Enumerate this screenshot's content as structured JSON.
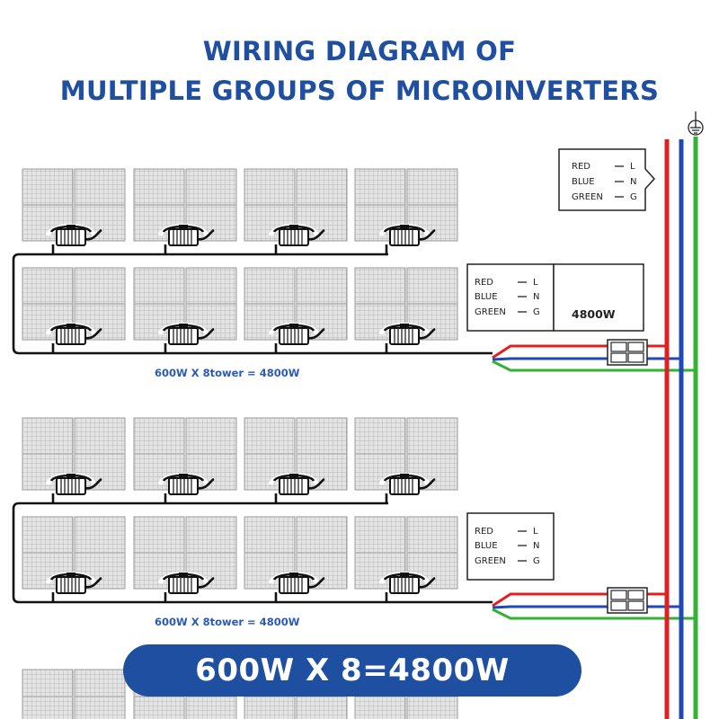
{
  "title": {
    "line1": "WIRING DIAGRAM OF",
    "line2": "MULTIPLE GROUPS OF MICROINVERTERS"
  },
  "legend": [
    {
      "color_name": "RED",
      "symbol": "L",
      "hex": "#e02020"
    },
    {
      "color_name": "BLUE",
      "symbol": "N",
      "hex": "#1f48b8"
    },
    {
      "color_name": "GREEN",
      "symbol": "G",
      "hex": "#34b233"
    }
  ],
  "groups": [
    {
      "caption": "600W X 8tower = 4800W",
      "power_label": "4800W",
      "inverters": 8
    },
    {
      "caption": "600W X 8tower = 4800W",
      "power_label": "",
      "inverters": 8
    }
  ],
  "banner": {
    "text": "600W X 8=4800W"
  },
  "icons": {
    "ground": "ground-icon"
  },
  "colors": {
    "title": "#1e4fa0",
    "caption": "#2a5ab8",
    "panel": "#c9c9c9"
  }
}
